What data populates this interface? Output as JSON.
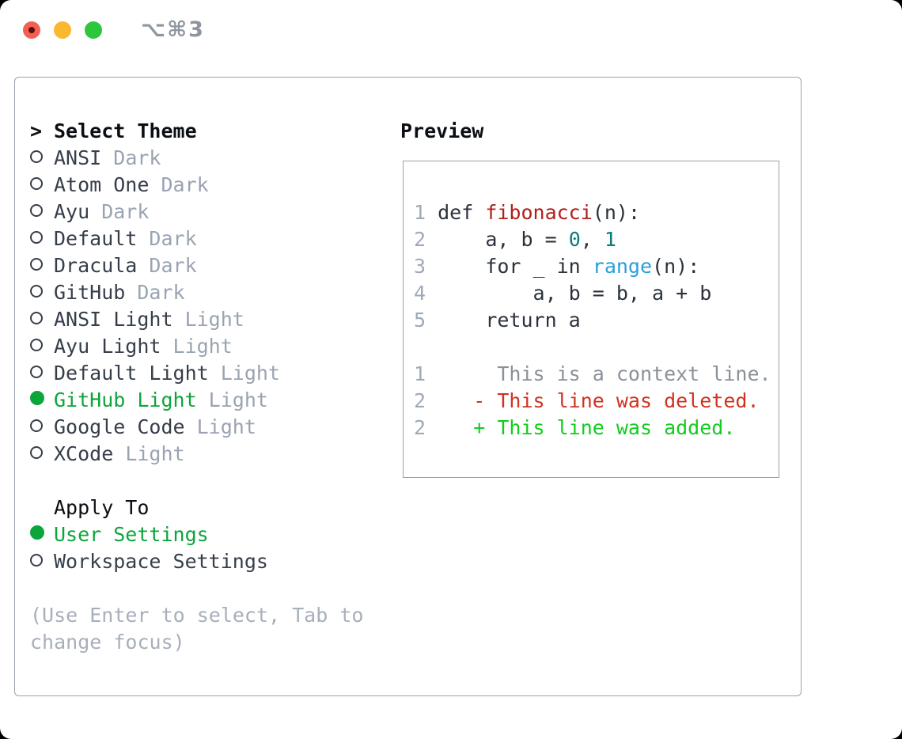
{
  "window": {
    "title": "⌥⌘3"
  },
  "theme_panel": {
    "prompt": ">",
    "header": "Select Theme",
    "themes": [
      {
        "name": "ANSI",
        "variant": "Dark",
        "selected": false
      },
      {
        "name": "Atom One",
        "variant": "Dark",
        "selected": false
      },
      {
        "name": "Ayu",
        "variant": "Dark",
        "selected": false
      },
      {
        "name": "Default",
        "variant": "Dark",
        "selected": false
      },
      {
        "name": "Dracula",
        "variant": "Dark",
        "selected": false
      },
      {
        "name": "GitHub",
        "variant": "Dark",
        "selected": false
      },
      {
        "name": "ANSI Light",
        "variant": "Light",
        "selected": false
      },
      {
        "name": "Ayu Light",
        "variant": "Light",
        "selected": false
      },
      {
        "name": "Default Light",
        "variant": "Light",
        "selected": false
      },
      {
        "name": "GitHub Light",
        "variant": "Light",
        "selected": true
      },
      {
        "name": "Google Code",
        "variant": "Light",
        "selected": false
      },
      {
        "name": "XCode",
        "variant": "Light",
        "selected": false
      }
    ],
    "apply_to": {
      "header": "Apply To",
      "options": [
        {
          "name": "User Settings",
          "selected": true
        },
        {
          "name": "Workspace Settings",
          "selected": false
        }
      ]
    },
    "help_lines": [
      "(Use Enter to select, Tab to",
      "change focus)"
    ]
  },
  "preview": {
    "header": "Preview",
    "lines": [
      {
        "num": "1",
        "tokens": [
          {
            "t": "def ",
            "c": "plain"
          },
          {
            "t": "fibonacci",
            "c": "fname"
          },
          {
            "t": "(n):",
            "c": "plain"
          }
        ]
      },
      {
        "num": "2",
        "tokens": [
          {
            "t": "    a, b = ",
            "c": "plain"
          },
          {
            "t": "0",
            "c": "num"
          },
          {
            "t": ", ",
            "c": "plain"
          },
          {
            "t": "1",
            "c": "num"
          }
        ]
      },
      {
        "num": "3",
        "tokens": [
          {
            "t": "    for _ in ",
            "c": "plain"
          },
          {
            "t": "range",
            "c": "builtin"
          },
          {
            "t": "(n):",
            "c": "plain"
          }
        ]
      },
      {
        "num": "4",
        "tokens": [
          {
            "t": "        a, b = b, a + b",
            "c": "plain"
          }
        ]
      },
      {
        "num": "5",
        "tokens": [
          {
            "t": "    return a",
            "c": "plain"
          }
        ]
      },
      {
        "num": "",
        "tokens": []
      },
      {
        "num": "1",
        "tokens": [
          {
            "t": "     This is a context line.",
            "c": "context"
          }
        ]
      },
      {
        "num": "2",
        "tokens": [
          {
            "t": "   - This line was deleted.",
            "c": "deleted"
          }
        ]
      },
      {
        "num": "2",
        "tokens": [
          {
            "t": "   + This line was added.",
            "c": "added"
          }
        ]
      }
    ]
  },
  "colors": {
    "plain": "#2b323c",
    "fname": "#b0201c",
    "num": "#0e7a7d",
    "builtin": "#2b9fd8",
    "context": "#8a9199",
    "deleted": "#d03220",
    "added": "#12cc1e",
    "lnum": "#9fa9b8",
    "name": "#363e4a",
    "variant": "#9aa3b2",
    "help": "#a7afbb",
    "header": "#0b0e12",
    "green": "#0ca53c",
    "border": "#9aa2ac",
    "border2": "#9aa2ab",
    "title": "#8e959e",
    "tl_red": "#f45f55",
    "tl_red_dot": "#5a0f08",
    "tl_yellow": "#f9b82f",
    "tl_green": "#2dc73e"
  }
}
